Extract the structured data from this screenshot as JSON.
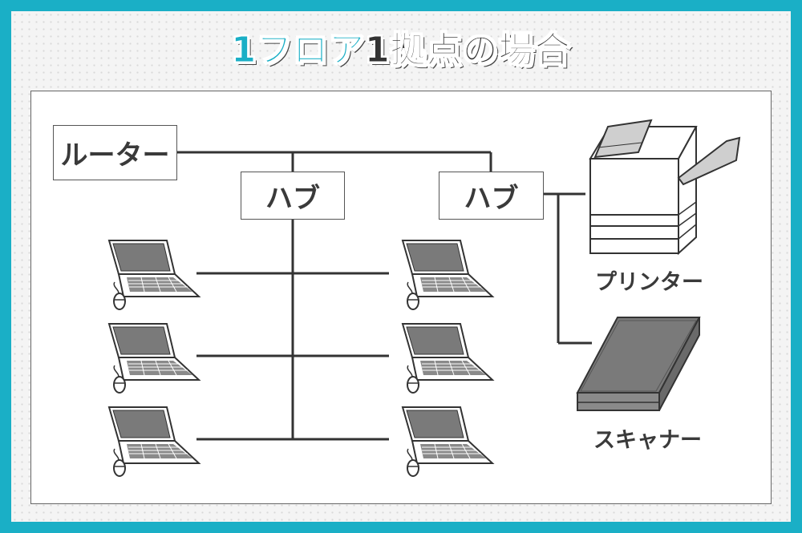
{
  "title": {
    "accent": "1フロア",
    "rest": "1拠点の場合"
  },
  "nodes": {
    "router": "ルーター",
    "hub_left": "ハブ",
    "hub_right": "ハブ",
    "printer": "プリンター",
    "scanner": "スキャナー"
  },
  "icons": {
    "laptop": "laptop-icon",
    "mouse": "mouse-icon",
    "printer": "printer-icon",
    "scanner": "scanner-icon"
  },
  "colors": {
    "frame": "#1aafc6",
    "title_accent": "#1aafc6",
    "line": "#333333",
    "device_gray": "#7a7a7a"
  }
}
